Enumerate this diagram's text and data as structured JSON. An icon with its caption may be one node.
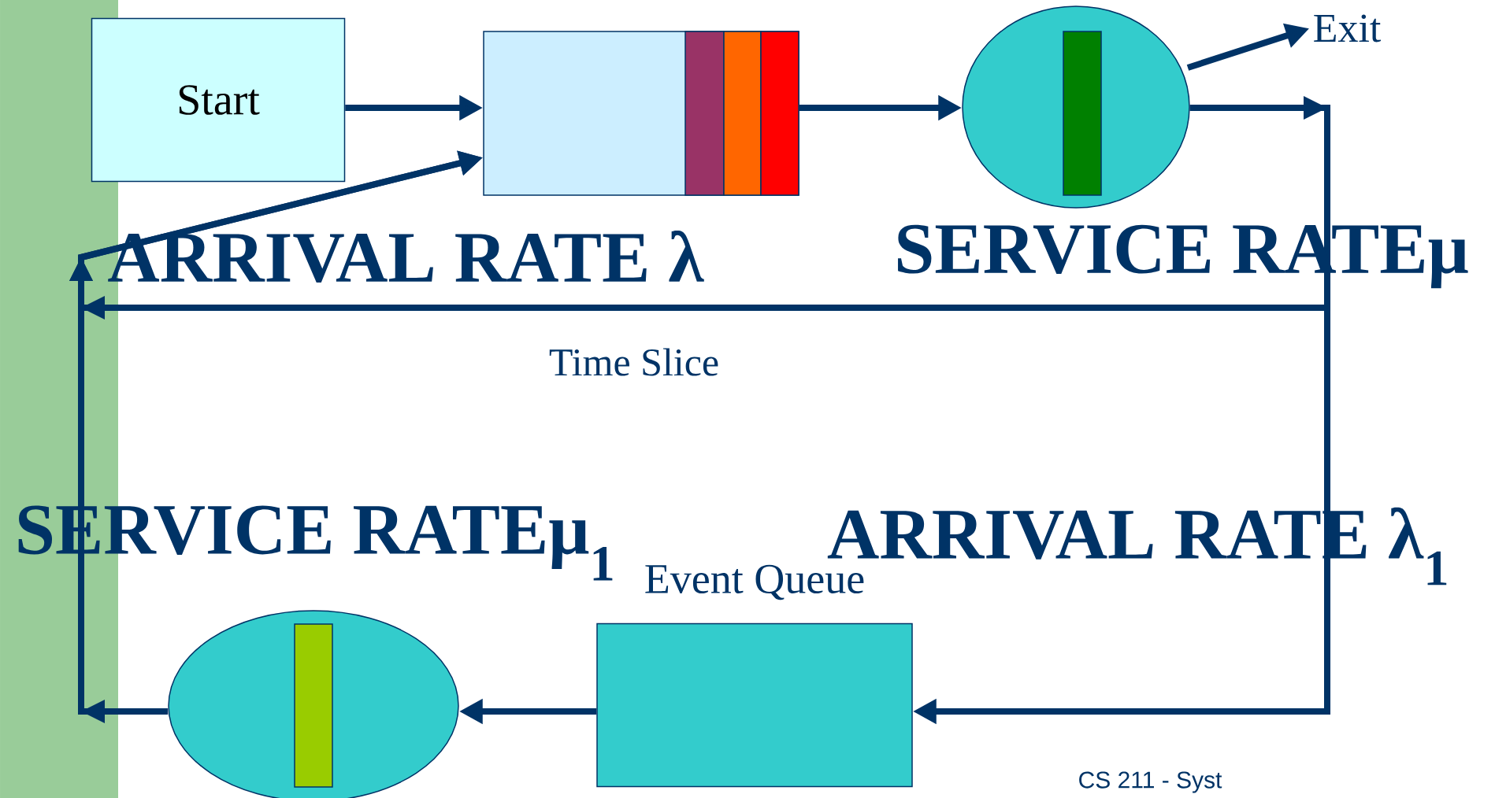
{
  "diagram": {
    "nodes": [
      {
        "text": [
          "Start"
        ]
      },
      {
        "text": [],
        "shape": "box"
      },
      {
        "text": [],
        "shape": "circle"
      },
      {
        "text": [
          "Exit"
        ]
      },
      {
        "text": [
          "Event Queue"
        ]
      },
      {
        "text": [],
        "shape": "circle"
      }
    ],
    "edges": [
      {
        "from": 0,
        "to": 1,
        "arrow": "to"
      },
      {
        "from": 1,
        "to": 2,
        "arrow": "to"
      },
      {
        "from": 2,
        "to": 3,
        "arrow": "to"
      },
      {
        "from": 2,
        "to": 4,
        "arrow": "to"
      },
      {
        "from": 2,
        "to": 1,
        "arrow": "to",
        "label": "Time Slice"
      },
      {
        "from": 4,
        "to": 5,
        "arrow": "to"
      },
      {
        "from": 5,
        "to": 1,
        "arrow": "to"
      }
    ],
    "labels": [
      "ARRIVAL RATE λ",
      "SERVICE RATEμ",
      "SERVICE RATEμ$_{1}$",
      "ARRIVAL RATE λ$_{1}$",
      "CS 211 - Syst"
    ]
  }
}
